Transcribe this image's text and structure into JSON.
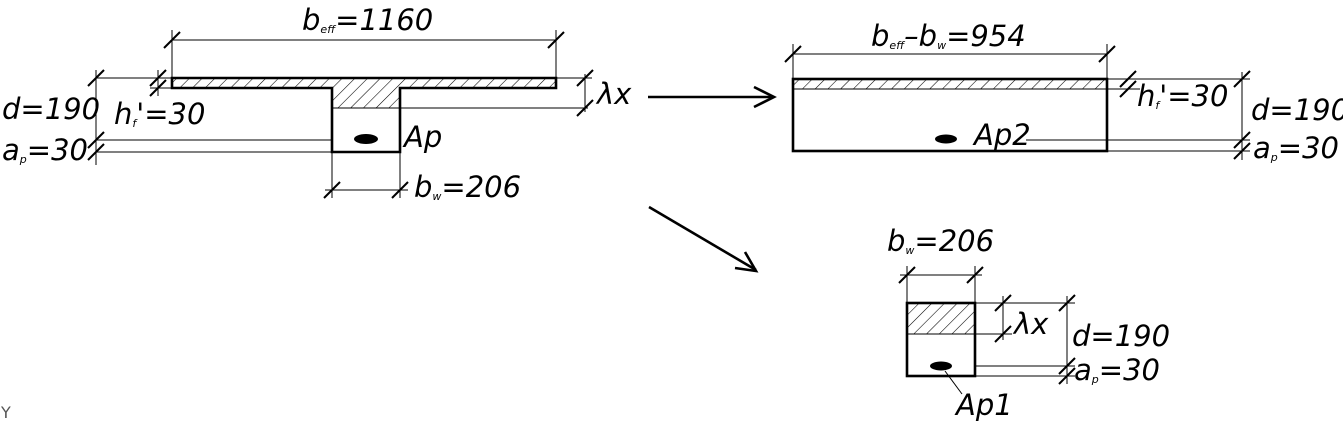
{
  "labels": {
    "beff_full": {
      "main": "b",
      "sub": "eff",
      "rest": "=1160"
    },
    "d_left": "d=190",
    "hf_left": {
      "main": "h",
      "sub": "f",
      "rest": "'=30"
    },
    "ap_left": {
      "main": "a",
      "sub": "p",
      "rest": "=30"
    },
    "area_left": "Ap",
    "bw_left": {
      "main": "b",
      "sub": "w",
      "rest": "=206"
    },
    "lambda_x_left": "λx",
    "beff_minus_bw": {
      "main": "b",
      "sub": "eff",
      "mid": "–b",
      "sub2": "w",
      "rest": "=954"
    },
    "hf_right": {
      "main": "h",
      "sub": "f",
      "rest": "'=30"
    },
    "d_right": "d=190",
    "area_right": "Ap2",
    "ap_right": {
      "main": "a",
      "sub": "p",
      "rest": "=30"
    },
    "bw_bottom": {
      "main": "b",
      "sub": "w",
      "rest": "=206"
    },
    "lambda_x_bottom": "λx",
    "d_bottom": "d=190",
    "ap_bottom": {
      "main": "a",
      "sub": "p",
      "rest": "=30"
    },
    "area_bottom": "Ap1",
    "ucs_axis": "Y"
  }
}
